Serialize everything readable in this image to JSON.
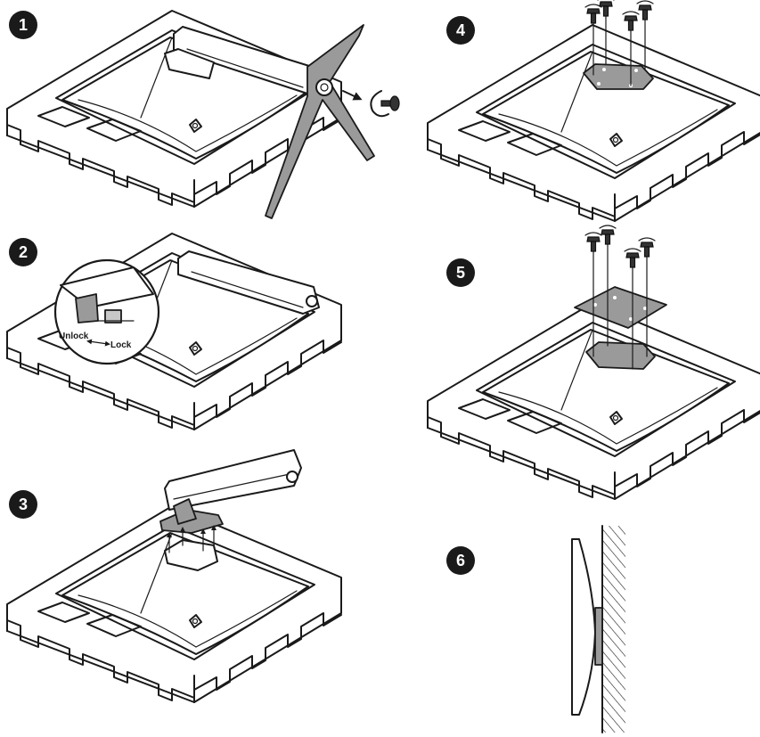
{
  "steps": {
    "s1": {
      "number": "1"
    },
    "s2": {
      "number": "2",
      "unlock_label": "Unlock",
      "lock_label": "Lock"
    },
    "s3": {
      "number": "3"
    },
    "s4": {
      "number": "4"
    },
    "s5": {
      "number": "5"
    },
    "s6": {
      "number": "6"
    }
  },
  "colors": {
    "badge": "#1a1a1a",
    "badge_text": "#ffffff",
    "line": "#1a1a1a",
    "plate": "#9a9a9a"
  },
  "icons": [
    "foam-packaging",
    "monitor-back",
    "stand",
    "screw-icon",
    "rotate-arrow-icon",
    "vesa-plate",
    "wall-hatch"
  ]
}
